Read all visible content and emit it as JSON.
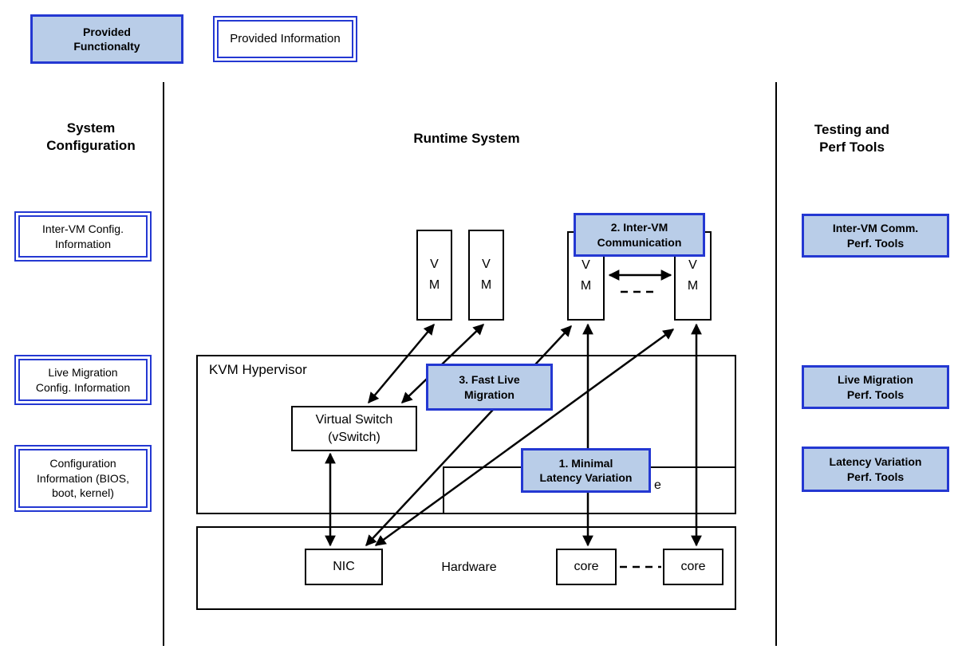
{
  "colors": {
    "accent_blue_border": "#2438d2",
    "light_blue_fill": "#b9cde8"
  },
  "legend": {
    "provided_functionality": "Provided\nFunctionalty",
    "provided_information": "Provided Information"
  },
  "left_column": {
    "title": "System\nConfiguration",
    "boxes": [
      {
        "label": "Inter-VM Config.\nInformation"
      },
      {
        "label": "Live Migration\nConfig. Information"
      },
      {
        "label": "Configuration\nInformation (BIOS,\nboot, kernel)"
      }
    ]
  },
  "center": {
    "title": "Runtime System",
    "vm_label": "V\nM",
    "hypervisor_label": "KVM Hypervisor",
    "vswitch_label": "Virtual Switch\n(vSwitch)",
    "guest_box_partial_text": "e",
    "hardware_label": "Hardware",
    "nic_label": "NIC",
    "core_label": "core",
    "callouts": [
      {
        "label": "1. Minimal\nLatency Variation"
      },
      {
        "label": "2. Inter-VM\nCommunication"
      },
      {
        "label": "3. Fast Live\nMigration"
      }
    ]
  },
  "right_column": {
    "title": "Testing and\nPerf Tools",
    "boxes": [
      {
        "label": "Inter-VM Comm.\nPerf. Tools"
      },
      {
        "label": "Live Migration\nPerf. Tools"
      },
      {
        "label": "Latency Variation\nPerf. Tools"
      }
    ]
  }
}
